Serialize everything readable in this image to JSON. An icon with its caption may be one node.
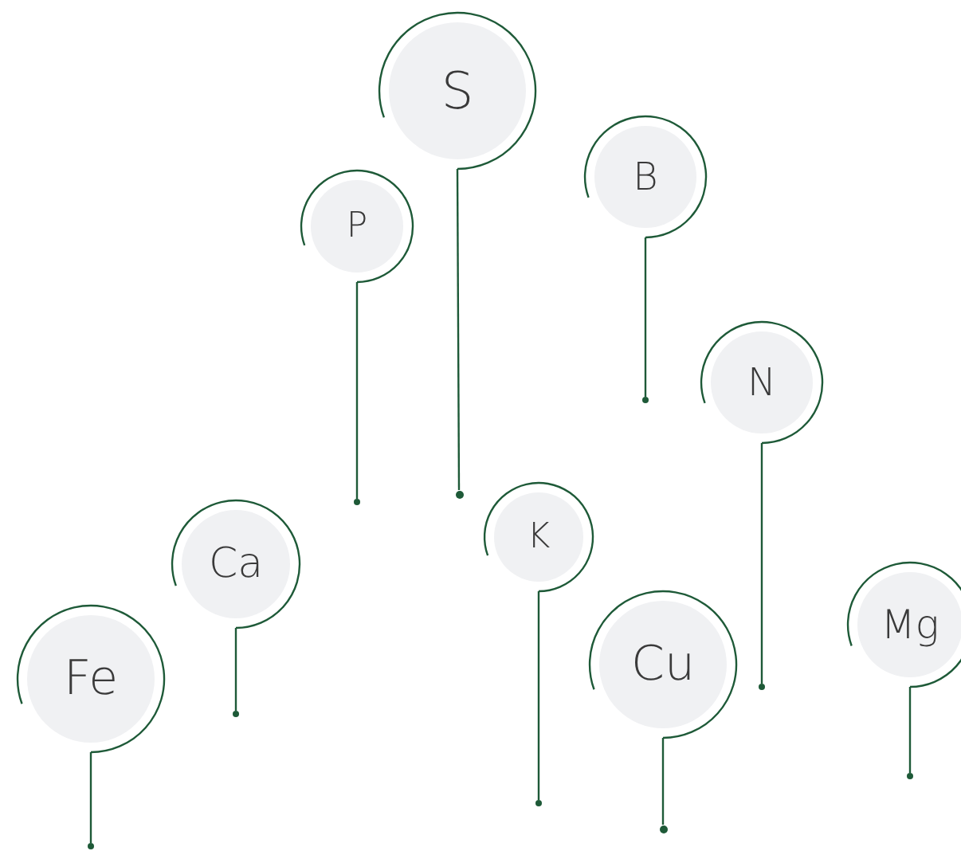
{
  "diagram": {
    "nodes": [
      {
        "text": [
          "S"
        ]
      },
      {
        "text": [
          "P"
        ]
      },
      {
        "text": [
          "B"
        ]
      },
      {
        "text": [
          "N"
        ]
      },
      {
        "text": [
          "Ca"
        ]
      },
      {
        "text": [
          "K"
        ]
      },
      {
        "text": [
          "Fe"
        ]
      },
      {
        "text": [
          "Cu"
        ]
      },
      {
        "text": [
          "Mg"
        ]
      },
      {
        "text": [],
        "shape": "circle"
      },
      {
        "text": [],
        "shape": "circle"
      },
      {
        "text": [],
        "shape": "circle"
      },
      {
        "text": [],
        "shape": "circle"
      },
      {
        "text": [],
        "shape": "circle"
      },
      {
        "text": [],
        "shape": "circle"
      },
      {
        "text": [],
        "shape": "circle"
      },
      {
        "text": [],
        "shape": "circle"
      },
      {
        "text": [],
        "shape": "circle"
      }
    ],
    "edges": [
      {
        "from": 0,
        "to": 12,
        "arrow": "none"
      },
      {
        "from": 1,
        "to": 11,
        "arrow": "none"
      },
      {
        "from": 2,
        "to": 14,
        "arrow": "none"
      },
      {
        "from": 3,
        "to": 16,
        "arrow": "none"
      },
      {
        "from": 4,
        "to": 10,
        "arrow": "none"
      },
      {
        "from": 5,
        "to": 13,
        "arrow": "none"
      },
      {
        "from": 6,
        "to": 9,
        "arrow": "none"
      },
      {
        "from": 7,
        "to": 15,
        "arrow": "none"
      },
      {
        "from": 8,
        "to": 17,
        "arrow": "none"
      }
    ]
  }
}
